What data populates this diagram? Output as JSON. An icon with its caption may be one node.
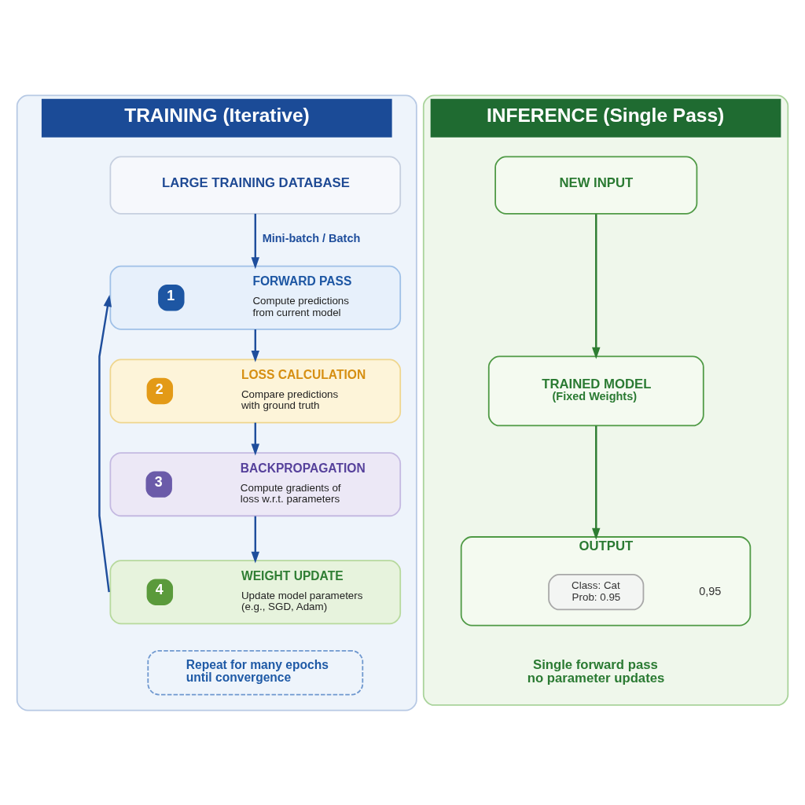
{
  "diagram": {
    "nodes": [
      {
        "text": [
          "TRAINING (Iterative)"
        ]
      },
      {
        "text": [
          "LARGE TRAINING DATABASE"
        ],
        "in": 0
      },
      {
        "text": [
          "1",
          "FORWARD PASS",
          "Compute predictions from current model"
        ],
        "in": 0
      },
      {
        "text": [
          "2",
          "LOSS CALCULATION",
          "Compare predictions with ground truth"
        ],
        "in": 0
      },
      {
        "text": [
          "3",
          "BACKPROPAGATION",
          "Compute gradients of loss w.r.t. parameters"
        ],
        "in": 0
      },
      {
        "text": [
          "4",
          "WEIGHT UPDATE",
          "Update model parameters (e.g., SGD, Adam)"
        ],
        "in": 0
      },
      {
        "text": [
          "Repeat for many epochs until convergence"
        ],
        "in": 0
      },
      {
        "text": [
          "INFERENCE (Single Pass)"
        ]
      },
      {
        "text": [
          "NEW INPUT"
        ],
        "in": 7
      },
      {
        "text": [
          "TRAINED MODEL",
          "(Fixed Weights)"
        ],
        "in": 7
      },
      {
        "text": [
          "OUTPUT"
        ],
        "in": 7
      },
      {
        "text": [
          "Class: Cat",
          "Prob: 0.95"
        ],
        "in": 10
      }
    ],
    "edges": [
      {
        "from": 1,
        "to": 2,
        "arrow": "to",
        "label": "Mini-batch / Batch"
      },
      {
        "from": 2,
        "to": 3,
        "arrow": "to"
      },
      {
        "from": 3,
        "to": 4,
        "arrow": "to"
      },
      {
        "from": 4,
        "to": 5,
        "arrow": "to"
      },
      {
        "from": 5,
        "to": 2,
        "arrow": "to"
      },
      {
        "from": 8,
        "to": 9,
        "arrow": "to",
        "color": "#2e7d32"
      },
      {
        "from": 9,
        "to": 10,
        "arrow": "to",
        "color": "#2e7d32"
      }
    ],
    "labels": [
      "0,95",
      "Single forward pass no parameter updates"
    ]
  }
}
